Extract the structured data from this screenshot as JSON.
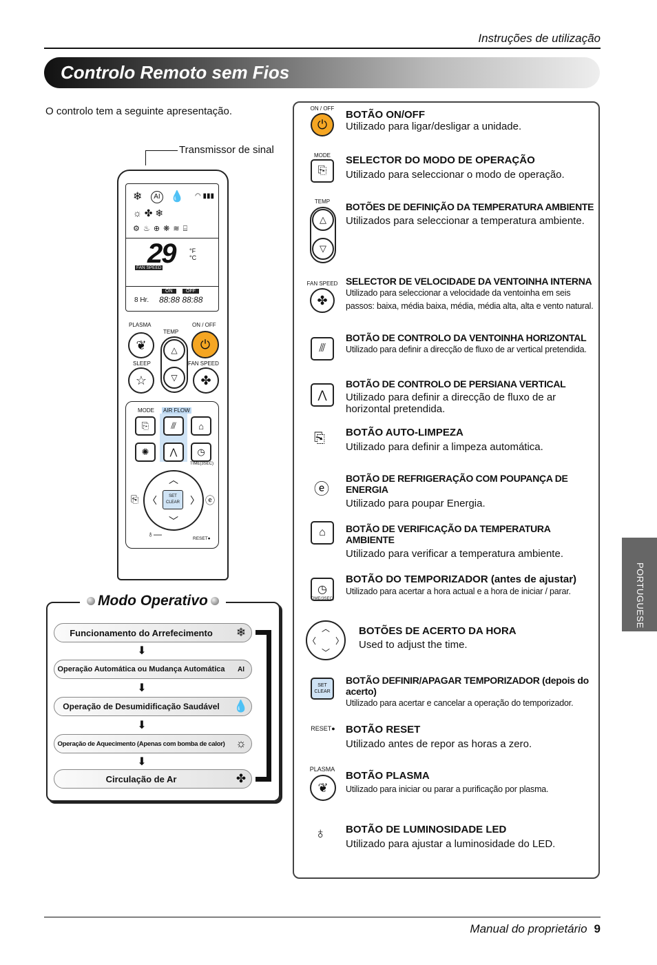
{
  "header": {
    "section": "Instruções de utilização"
  },
  "banner": {
    "title": "Controlo Remoto sem Fios"
  },
  "intro": "O controlo tem a seguinte apresentação.",
  "remote": {
    "transmitter_label": "Transmissor de sinal",
    "lcd_temp": "29",
    "lcd_unit_f": "°F",
    "lcd_unit_c": "°C",
    "lcd_fan_speed": "FAN SPEED",
    "lcd_on": "ON",
    "lcd_off": "OFF",
    "lcd_hr": "8 Hr.",
    "label_plasma": "PLASMA",
    "label_temp": "TEMP",
    "label_onoff": "ON / OFF",
    "label_sleep": "SLEEP",
    "label_fanspeed": "FAN SPEED",
    "label_mode": "MODE",
    "label_airflow": "AIR FLOW",
    "label_time": "TIME(3SEC)",
    "label_set": "SET",
    "label_clear": "CLEAR",
    "label_reset": "RESET●"
  },
  "modo": {
    "title": "Modo Operativo",
    "modes": [
      {
        "label": "Funcionamento do Arrefecimento",
        "icon": "snowflake-icon",
        "glyph": "❄"
      },
      {
        "label": "Operação Automática ou Mudança Automática",
        "icon": "auto-ai-icon",
        "glyph": "AI"
      },
      {
        "label": "Operação de Desumidificação Saudável",
        "icon": "droplet-icon",
        "glyph": "💧"
      },
      {
        "label": "Operação de Aquecimento (Apenas com bomba de calor)",
        "icon": "sun-icon",
        "glyph": "☼"
      },
      {
        "label": "Circulação de Ar",
        "icon": "fan-icon",
        "glyph": "✤"
      }
    ]
  },
  "items": [
    {
      "cap": "ON / OFF",
      "title": "BOTÃO ON/OFF",
      "desc": "Utilizado para ligar/desligar a unidade."
    },
    {
      "cap": "MODE",
      "title": "SELECTOR DO MODO DE OPERAÇÃO",
      "desc": "Utilizado para seleccionar o modo de operação."
    },
    {
      "cap": "TEMP",
      "title": "BOTÕES DE DEFINIÇÃO DA TEMPERATURA AMBIENTE",
      "desc": "Utilizados para seleccionar a temperatura ambiente."
    },
    {
      "cap": "FAN SPEED",
      "title": "SELECTOR DE VELOCIDADE DA VENTOINHA INTERNA",
      "desc": "Utilizado para seleccionar a velocidade da ventoinha em seis passos: baixa, média baixa, média, média alta, alta e vento natural."
    },
    {
      "title": "BOTÃO DE CONTROLO DA VENTOINHA HORIZONTAL",
      "desc": "Utilizado para definir a direcção de fluxo de ar vertical pretendida."
    },
    {
      "title": "BOTÃO DE CONTROLO DE PERSIANA VERTICAL",
      "desc": "Utilizado para definir a direcção de fluxo de ar horizontal pretendida."
    },
    {
      "title": "BOTÃO AUTO-LIMPEZA",
      "desc": "Utilizado para definir a limpeza automática."
    },
    {
      "title": "BOTÃO DE REFRIGERAÇÃO COM POUPANÇA DE ENERGIA",
      "desc": "Utilizado para poupar Energia."
    },
    {
      "title": "BOTÃO DE VERIFICAÇÃO DA TEMPERATURA AMBIENTE",
      "desc": "Utilizado para verificar a temperatura ambiente."
    },
    {
      "cap": "TIME(3SEC)",
      "title": "BOTÃO DO TEMPORIZADOR (antes de ajustar)",
      "desc": "Utilizado para acertar a hora actual e a hora de iniciar / parar."
    },
    {
      "title": "BOTÕES DE ACERTO DA HORA",
      "desc": "Used to adjust the time."
    },
    {
      "cap": "SET CLEAR",
      "title": "BOTÃO DEFINIR/APAGAR TEMPORIZADOR (depois do acerto)",
      "desc": "Utilizado para acertar e cancelar a operação do temporizador."
    },
    {
      "cap": "RESET●",
      "title": "BOTÃO RESET",
      "desc": "Utilizado antes de repor as horas a zero."
    },
    {
      "cap": "PLASMA",
      "title": "BOTÃO PLASMA",
      "desc": "Utilizado para iniciar ou parar a purificação por plasma."
    },
    {
      "title": "BOTÃO DE LUMINOSIDADE LED",
      "desc": "Utilizado para ajustar a luminosidade do LED."
    }
  ],
  "side_tab": "PORTUGUESE",
  "footer": {
    "manual": "Manual do proprietário",
    "page": "9"
  }
}
